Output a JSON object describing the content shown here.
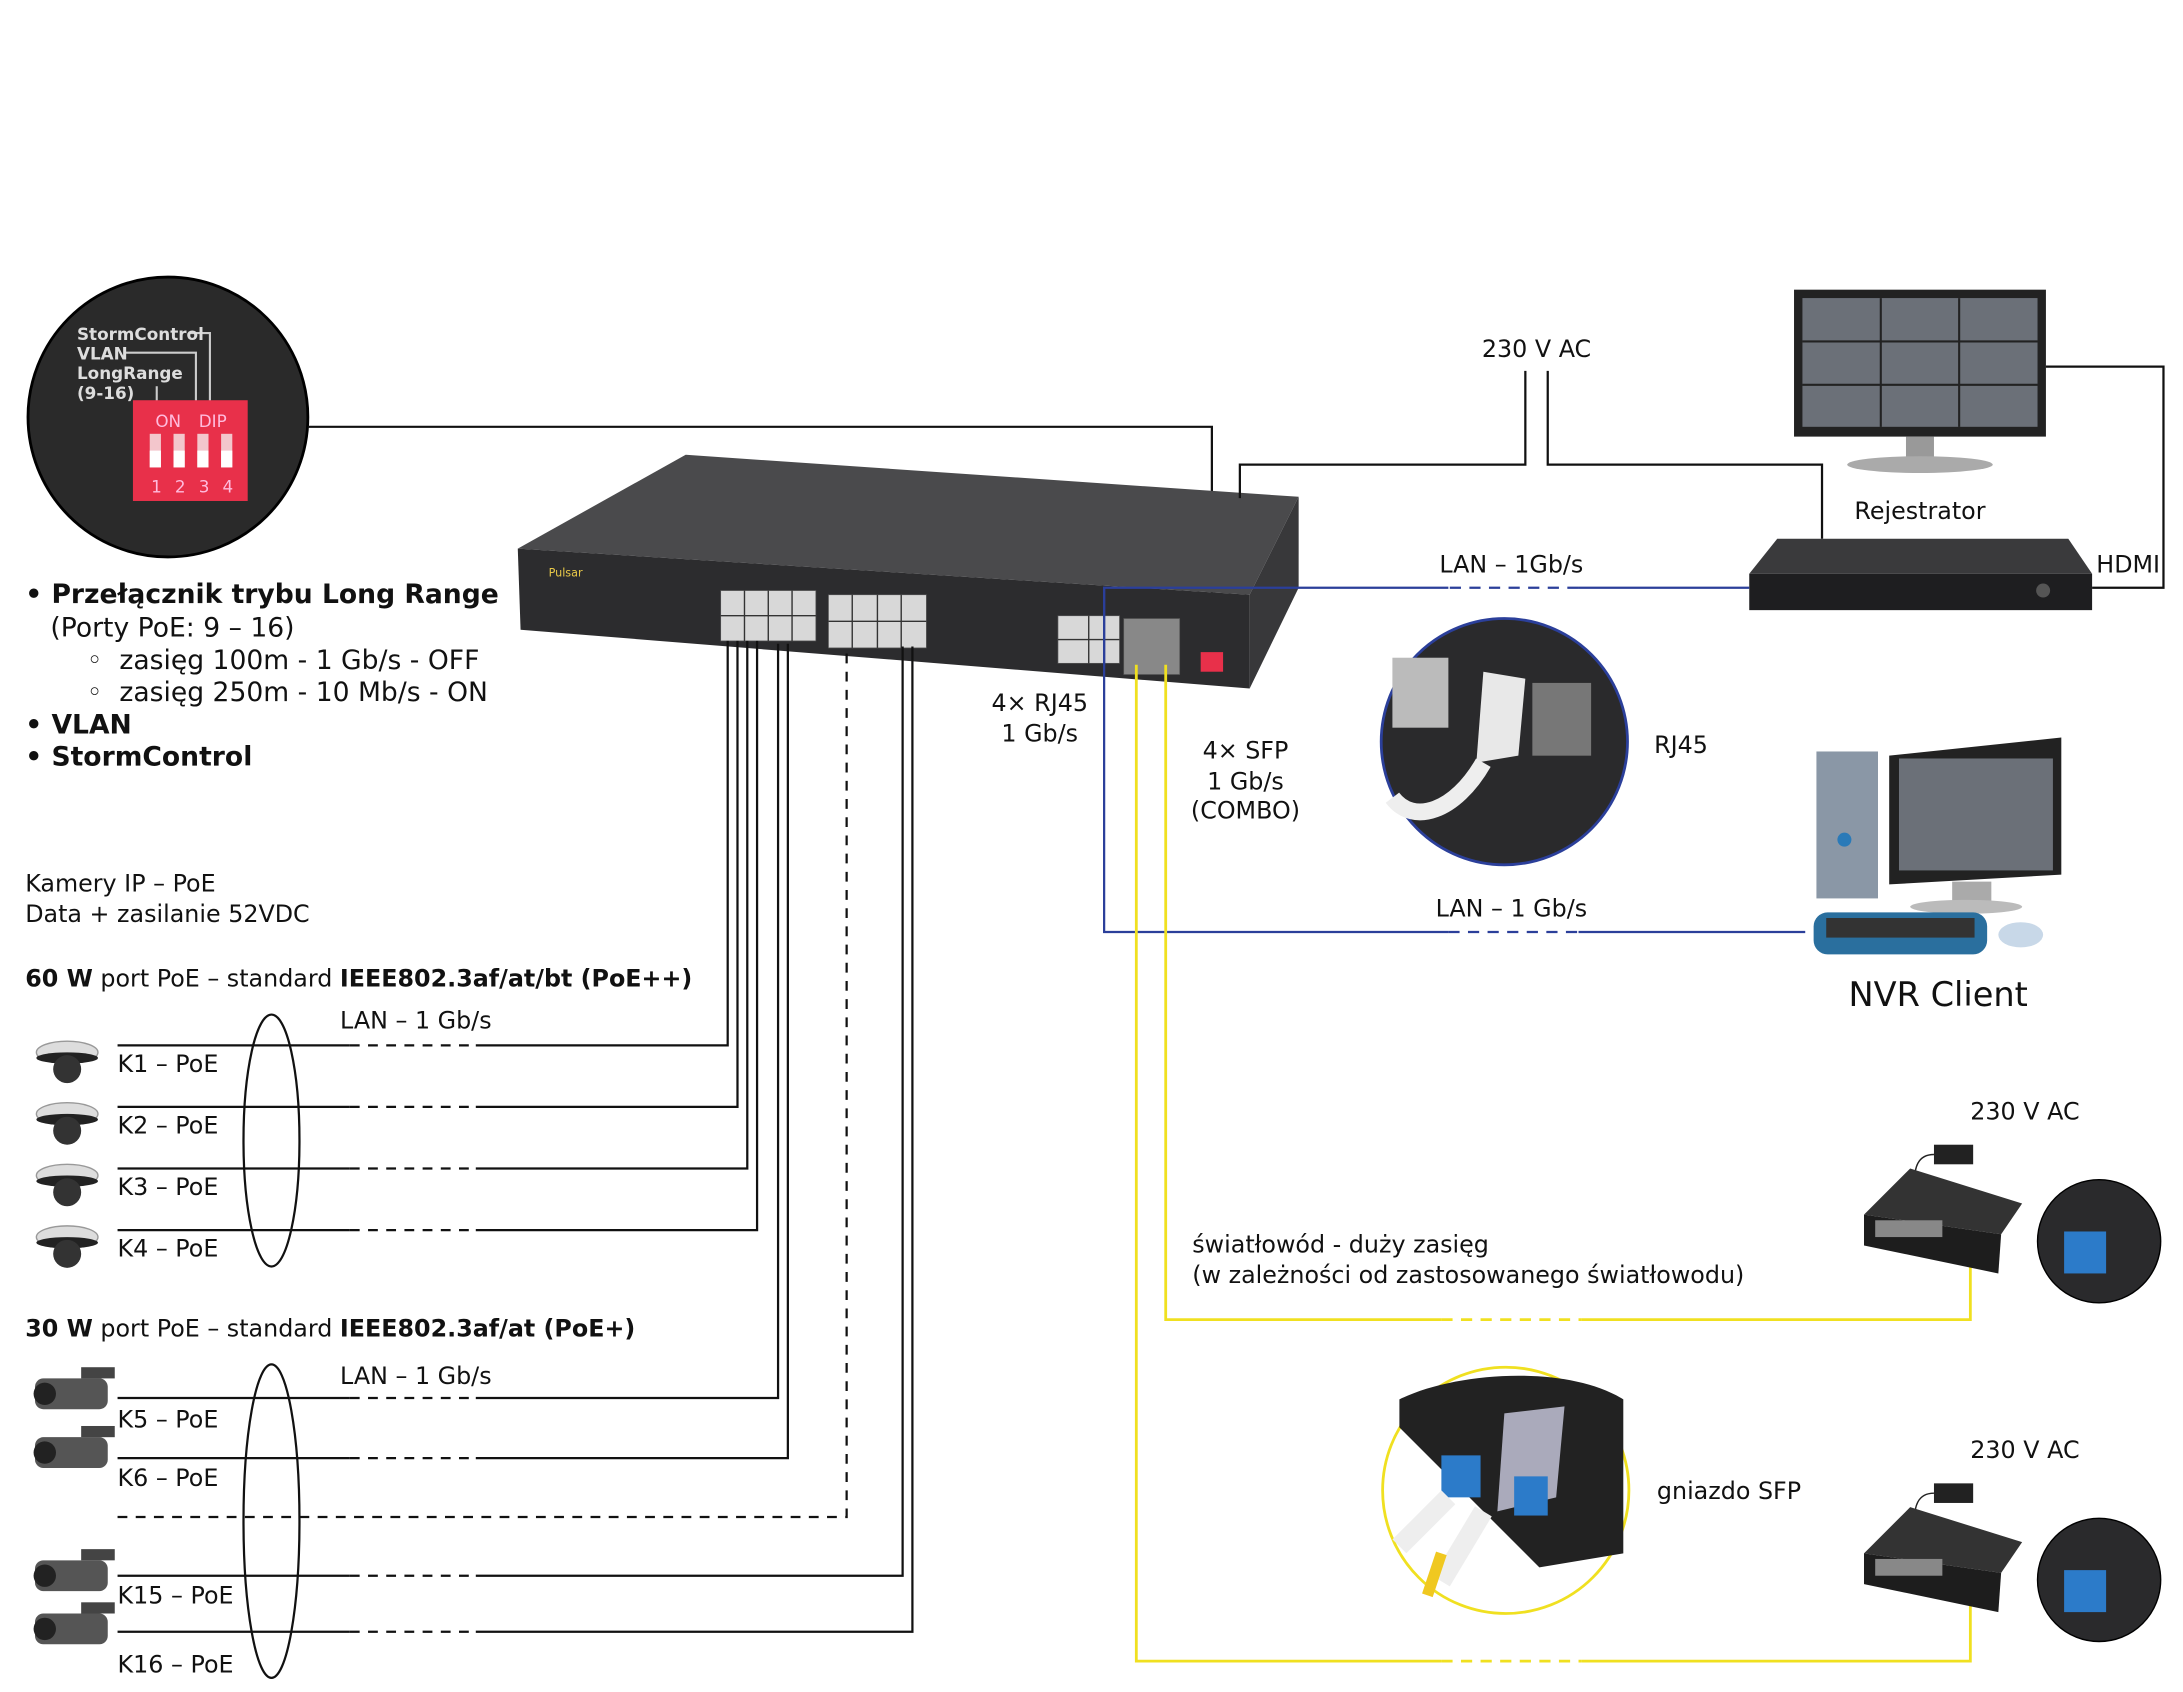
{
  "dip_zoom": {
    "labels": [
      "StormControl",
      "VLAN",
      "LongRange",
      "(9-16)"
    ],
    "switch_text": [
      "ON",
      "DIP"
    ],
    "switch_numbers": [
      "1",
      "2",
      "3",
      "4"
    ]
  },
  "features": {
    "long_range_title": "Przełącznik trybu Long Range",
    "long_range_ports": "(Porty PoE: 9 – 16)",
    "options": [
      "zasięg 100m - 1 Gb/s - OFF",
      "zasięg 250m - 10 Mb/s - ON"
    ],
    "vlan": "VLAN",
    "storm": "StormControl"
  },
  "cameras": {
    "title": "Kamery IP – PoE",
    "subtitle": "Data + zasilanie 52VDC",
    "group60": {
      "power": "60 W",
      "text": " port PoE – standard ",
      "standard": "IEEE802.3af/at/bt (PoE++)",
      "lan": "LAN – 1 Gb/s",
      "items": [
        "K1 – PoE",
        "K2 – PoE",
        "K3 – PoE",
        "K4 – PoE"
      ]
    },
    "group30": {
      "power": "30 W",
      "text": " port PoE – standard ",
      "standard": "IEEE802.3af/at (PoE+)",
      "lan": "LAN – 1 Gb/s",
      "items": [
        "K5 – PoE",
        "K6 – PoE",
        "K15 – PoE",
        "K16 – PoE"
      ]
    }
  },
  "switch": {
    "brand": "Pulsar",
    "rj45_label": [
      "4× RJ45",
      "1 Gb/s"
    ],
    "sfp_label": [
      "4× SFP",
      "1 Gb/s",
      "(COMBO)"
    ]
  },
  "right": {
    "ac_top": "230 V AC",
    "recorder": "Rejestrator",
    "hdmi": "HDMI",
    "lan_top": "LAN – 1Gb/s",
    "rj45": "RJ45",
    "lan_bottom": "LAN – 1 Gb/s",
    "nvr_client": "NVR Client",
    "ac_1": "230 V AC",
    "ac_2": "230 V AC",
    "fiber": [
      "światłowód - duży zasięg",
      "(w zależności od zastosowanego światłowodu)"
    ],
    "sfp_socket": "gniazdo SFP"
  },
  "colors": {
    "lan": "#2b3f9a",
    "fiber": "#f0e020",
    "dip": "#e8304a"
  }
}
